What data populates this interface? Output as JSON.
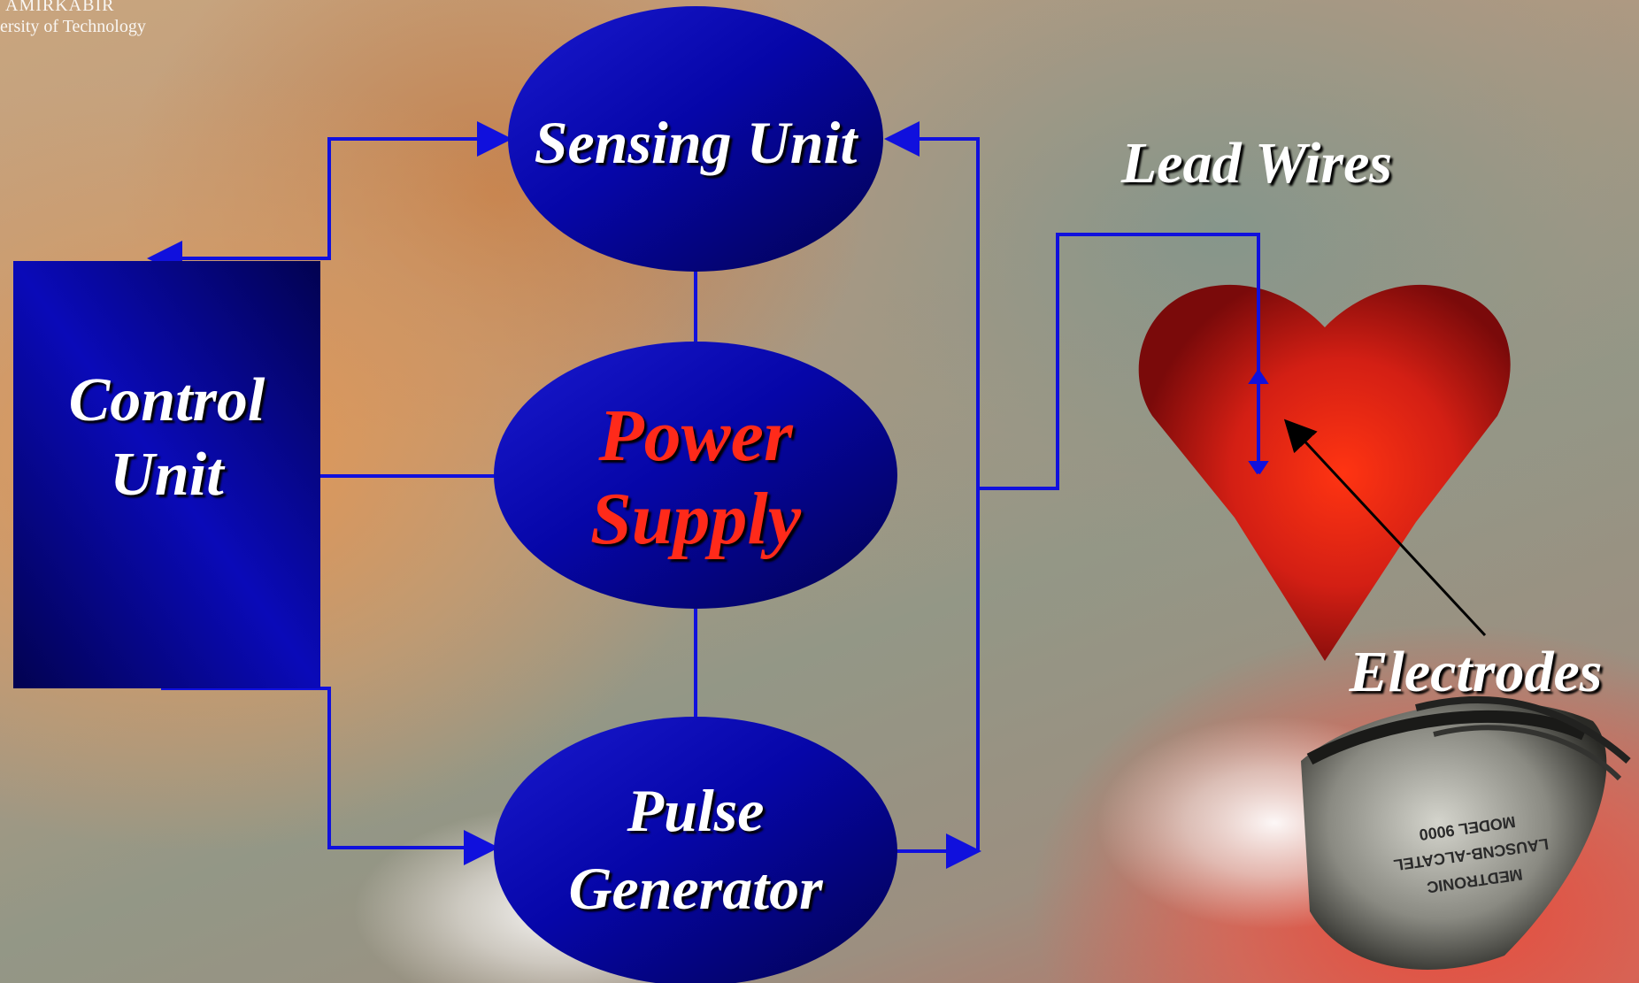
{
  "logo": {
    "line1": "AMIRKABIR",
    "line2": "ersity of Technology"
  },
  "nodes": {
    "sensing_unit": "Sensing Unit",
    "power_supply": [
      "Power",
      "Supply"
    ],
    "pulse_generator": [
      "Pulse",
      "Generator"
    ],
    "control_unit": [
      "Control",
      "Unit"
    ]
  },
  "labels": {
    "lead_wires": "Lead Wires",
    "electrodes": "Electrodes"
  },
  "pacemaker_device": {
    "line1": "MEDTRONIC",
    "line2": "LAUSCNB-ALCATEL",
    "line3": "MODEL 9000"
  },
  "colors": {
    "node_fill": "#0a0a9a",
    "connector": "#1010dd",
    "power_text": "#ff2a1a",
    "heart": "#e0251a"
  }
}
